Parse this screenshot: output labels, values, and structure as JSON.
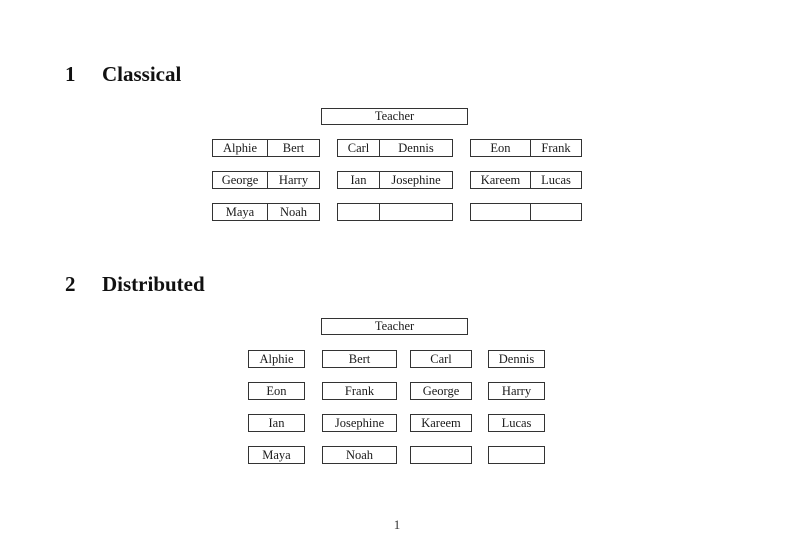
{
  "page_number": "1",
  "sections": [
    {
      "number": "1",
      "title": "Classical",
      "teacher_label": "Teacher",
      "desk_rows": [
        [
          [
            "Alphie",
            "Bert"
          ],
          [
            "Carl",
            "Dennis"
          ],
          [
            "Eon",
            "Frank"
          ]
        ],
        [
          [
            "George",
            "Harry"
          ],
          [
            "Ian",
            "Josephine"
          ],
          [
            "Kareem",
            "Lucas"
          ]
        ],
        [
          [
            "Maya",
            "Noah"
          ],
          [
            "",
            ""
          ],
          [
            "",
            ""
          ]
        ]
      ]
    },
    {
      "number": "2",
      "title": "Distributed",
      "teacher_label": "Teacher",
      "seat_rows": [
        [
          "Alphie",
          "Bert",
          "Carl",
          "Dennis"
        ],
        [
          "Eon",
          "Frank",
          "George",
          "Harry"
        ],
        [
          "Ian",
          "Josephine",
          "Kareem",
          "Lucas"
        ],
        [
          "Maya",
          "Noah",
          "",
          ""
        ]
      ]
    }
  ]
}
